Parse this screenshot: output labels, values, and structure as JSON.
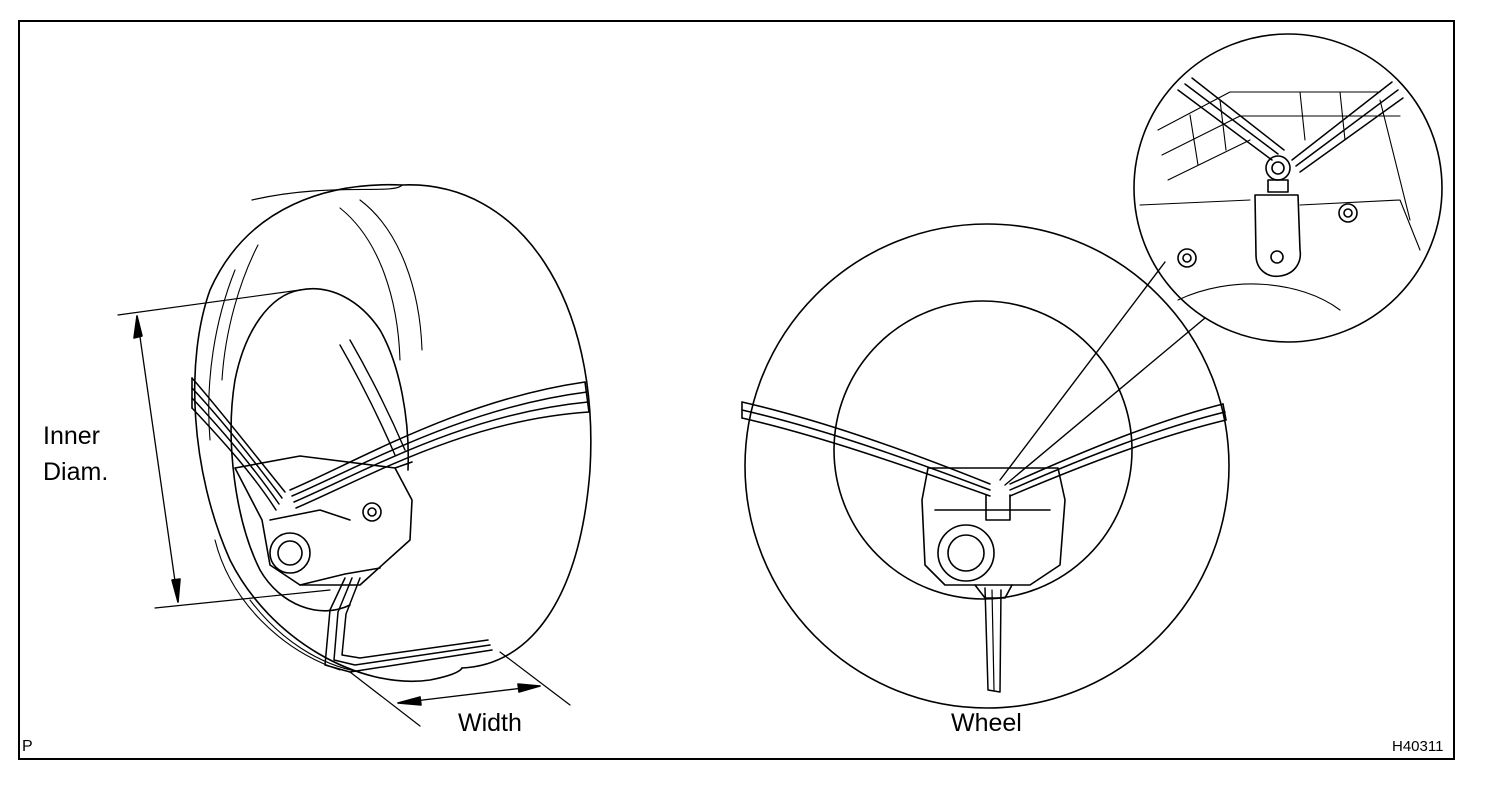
{
  "labels": {
    "inner_diam_line1": "Inner",
    "inner_diam_line2": "Diam.",
    "width": "Width",
    "wheel": "Wheel",
    "corner_mark": "P",
    "figure_code": "H40311"
  },
  "colors": {
    "line": "#000000",
    "background": "#ffffff"
  }
}
